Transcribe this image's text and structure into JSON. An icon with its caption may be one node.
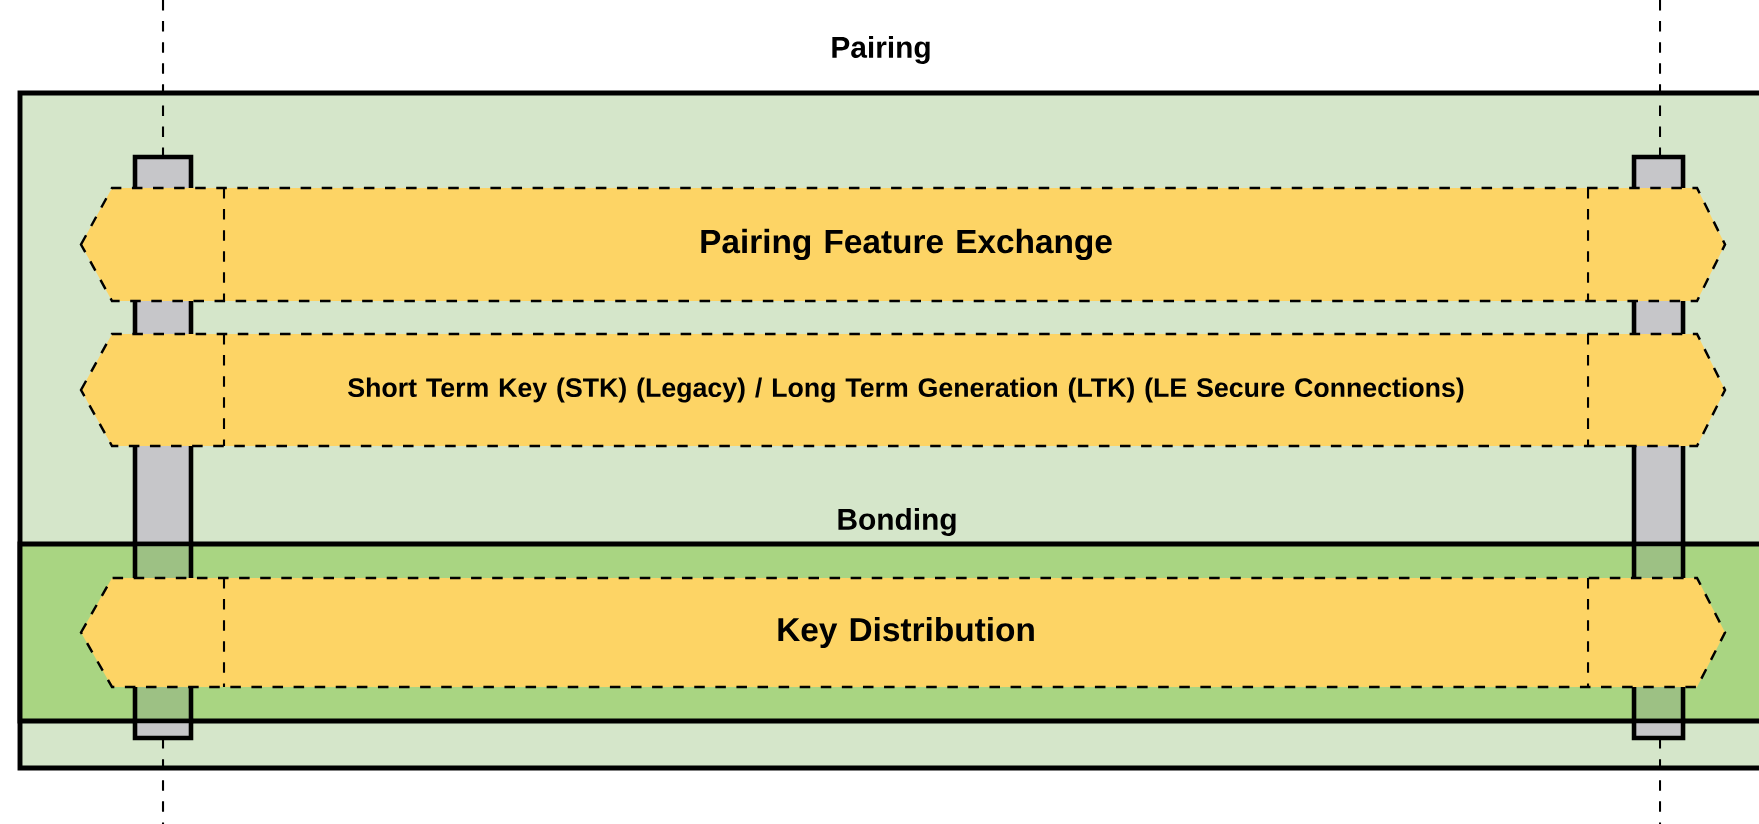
{
  "diagram": {
    "nodes": [
      {
        "text": [
          "Pairing"
        ]
      },
      {
        "text": [
          "Bonding"
        ],
        "in": 0
      },
      {
        "text": [
          "Pairing Feature Exchange"
        ],
        "in": 0
      },
      {
        "text": [
          "Short Term Key (STK) (Legacy) / Long Term Generation (LTK) (LE Secure Connections)"
        ],
        "in": 0
      },
      {
        "text": [
          "Key Distribution"
        ],
        "in": 1
      }
    ]
  }
}
